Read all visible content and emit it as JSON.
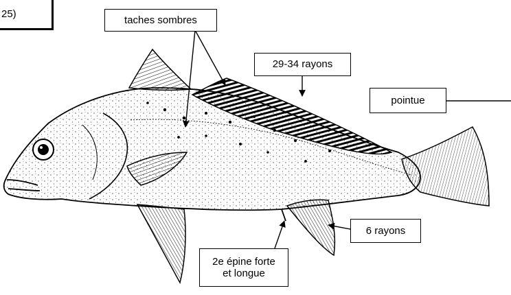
{
  "corner_fragment": "25)",
  "labels": {
    "taches_sombres": "taches sombres",
    "rayons_29_34": "29-34 rayons",
    "pointue": "pointue",
    "six_rayons": "6 rayons",
    "epine_line1": "2e épine forte",
    "epine_line2": "et longue"
  },
  "colors": {
    "ink": "#000000",
    "background": "#ffffff"
  }
}
